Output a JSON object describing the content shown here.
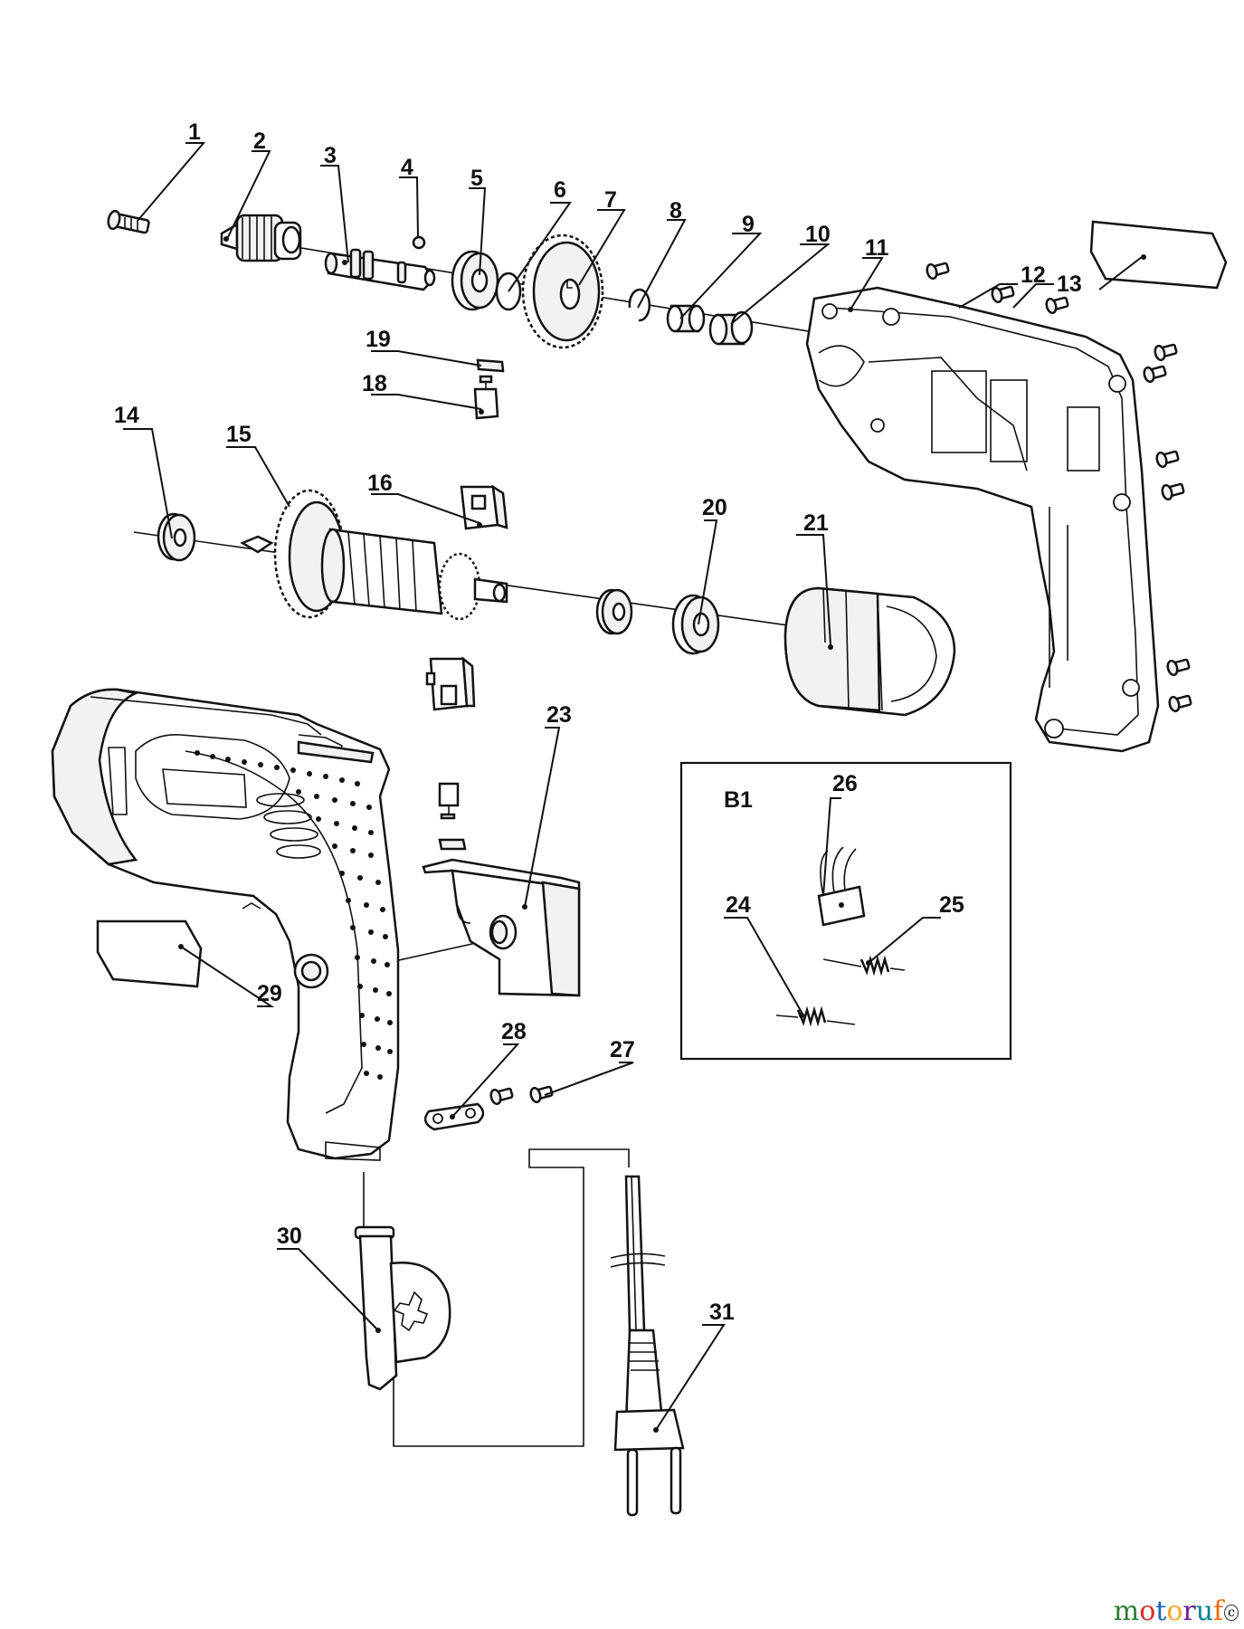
{
  "inset": {
    "label": "B1"
  },
  "watermark": {
    "text": "motoruf",
    "mark": "c",
    "colors": [
      "#2e7d32",
      "#d32f2f",
      "#1565c0",
      "#f9a825",
      "#6a1b9a",
      "#00838f",
      "#ef6c00"
    ]
  },
  "parts": [
    {
      "number": "1"
    },
    {
      "number": "2"
    },
    {
      "number": "3"
    },
    {
      "number": "4"
    },
    {
      "number": "5"
    },
    {
      "number": "6"
    },
    {
      "number": "7"
    },
    {
      "number": "8"
    },
    {
      "number": "9"
    },
    {
      "number": "10"
    },
    {
      "number": "11"
    },
    {
      "number": "12"
    },
    {
      "number": "13"
    },
    {
      "number": "14"
    },
    {
      "number": "15"
    },
    {
      "number": "16"
    },
    {
      "number": "18"
    },
    {
      "number": "19"
    },
    {
      "number": "20"
    },
    {
      "number": "21"
    },
    {
      "number": "23"
    },
    {
      "number": "24"
    },
    {
      "number": "25"
    },
    {
      "number": "26"
    },
    {
      "number": "27"
    },
    {
      "number": "28"
    },
    {
      "number": "29"
    },
    {
      "number": "30"
    },
    {
      "number": "31"
    }
  ]
}
